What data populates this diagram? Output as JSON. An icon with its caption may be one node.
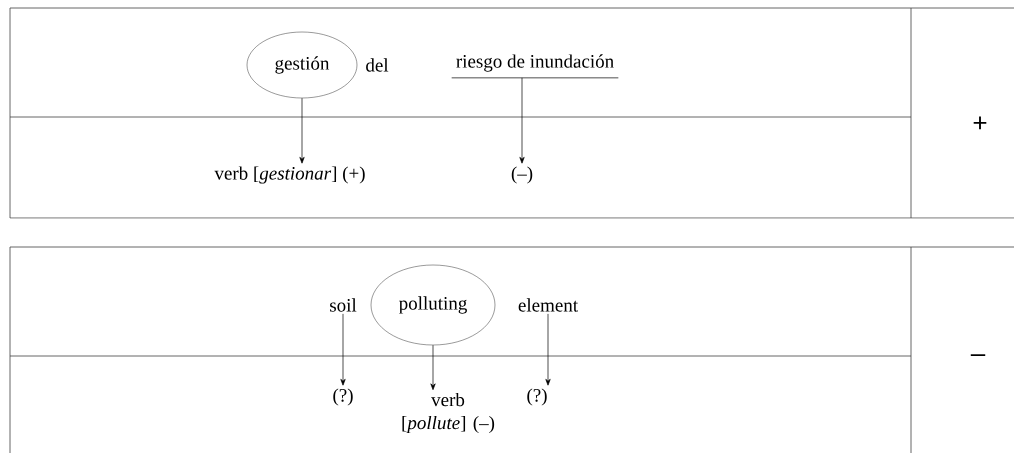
{
  "diagram": {
    "nodes": [
      {
        "text": [
          "gestión"
        ]
      },
      {
        "text": [
          "riesgo de inundación"
        ]
      },
      {
        "text": [
          "verb [*gestionar*] (+)"
        ]
      },
      {
        "text": [
          "(–)"
        ]
      },
      {
        "text": [
          "soil"
        ]
      },
      {
        "text": [
          "polluting"
        ]
      },
      {
        "text": [
          "element"
        ]
      },
      {
        "text": [
          "(?)"
        ]
      },
      {
        "text": [
          "verb [*pollute*] (–)"
        ]
      },
      {
        "text": [
          "(?)"
        ]
      }
    ],
    "edges": [
      {
        "from": 0,
        "to": 2,
        "arrow": "to"
      },
      {
        "from": 1,
        "to": 3,
        "arrow": "to"
      },
      {
        "from": 4,
        "to": 7,
        "arrow": "to"
      },
      {
        "from": 5,
        "to": 8,
        "arrow": "to"
      },
      {
        "from": 6,
        "to": 9,
        "arrow": "to"
      }
    ],
    "labels": [
      "del",
      "+",
      "–"
    ]
  }
}
